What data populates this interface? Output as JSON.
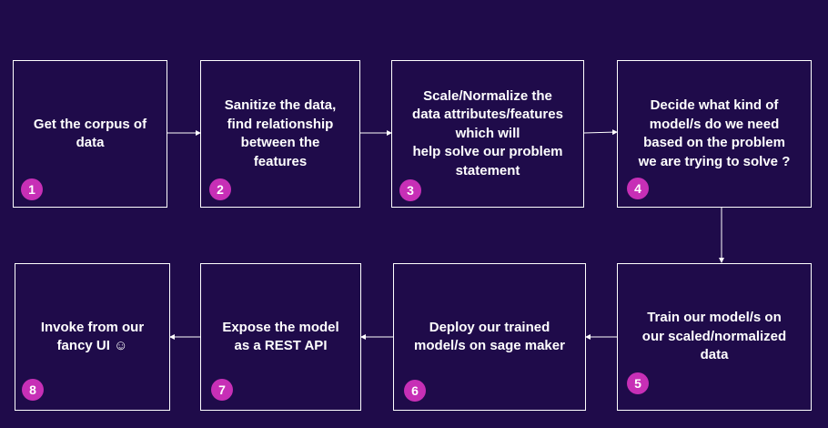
{
  "steps": [
    {
      "number": "1",
      "text": "Get the corpus of\ndata"
    },
    {
      "number": "2",
      "text": "Sanitize the data,\nfind  relationship\nbetween the\nfeatures"
    },
    {
      "number": "3",
      "text": "Scale/Normalize the\ndata attributes/features\nwhich will\nhelp solve our problem\nstatement"
    },
    {
      "number": "4",
      "text": "Decide  what kind of\nmodel/s do we need\nbased on the problem\nwe are trying to solve ?"
    },
    {
      "number": "5",
      "text": "Train  our model/s on\nour scaled/normalized\ndata"
    },
    {
      "number": "6",
      "text": "Deploy our trained\nmodel/s on sage maker"
    },
    {
      "number": "7",
      "text": "Expose the model\nas a REST API"
    },
    {
      "number": "8",
      "text": "Invoke from our\nfancy UI ☺"
    }
  ],
  "colors": {
    "background": "#1f0b4a",
    "badge": "#c72fb6",
    "line": "#ffffff"
  }
}
